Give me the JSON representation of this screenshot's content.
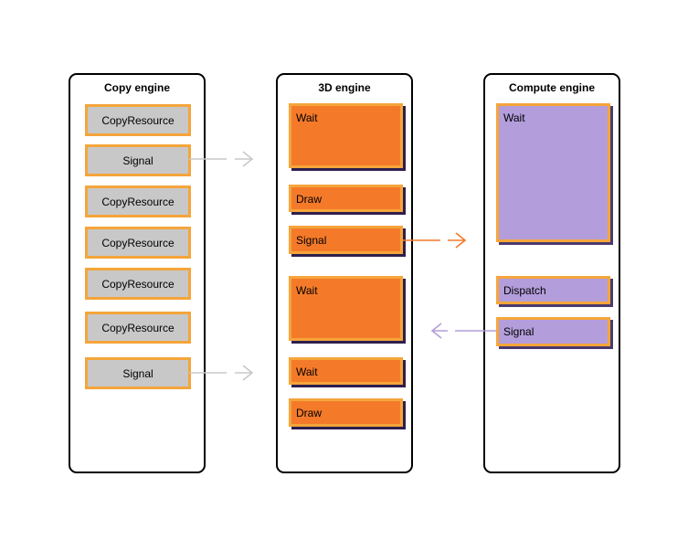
{
  "colors": {
    "copy_fill": "#c8c8c8",
    "graphics_fill": "#f47a2a",
    "compute_fill": "#b39ddb",
    "command_border": "#f5a53a",
    "copy_signal_arrow": "#c8c8c8",
    "graphics_signal_arrow": "#f47a2a",
    "compute_signal_arrow": "#b39ddb"
  },
  "copy_engine": {
    "title": "Copy engine",
    "commands": [
      "CopyResource",
      "Signal",
      "CopyResource",
      "CopyResource",
      "CopyResource",
      "CopyResource",
      "Signal"
    ]
  },
  "graphics_engine": {
    "title": "3D engine",
    "commands": [
      "Wait",
      "Draw",
      "Signal",
      "Wait",
      "Wait",
      "Draw"
    ]
  },
  "compute_engine": {
    "title": "Compute engine",
    "commands": [
      "Wait",
      "Dispatch",
      "Signal"
    ]
  }
}
